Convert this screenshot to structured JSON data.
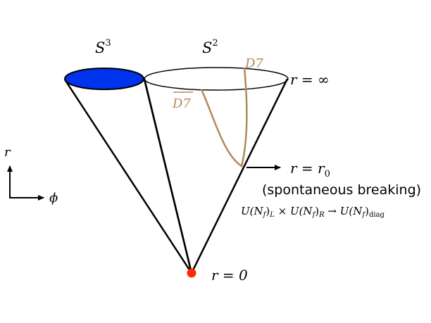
{
  "labels": {
    "s3": {
      "base": "S",
      "sup": "3"
    },
    "s2": {
      "base": "S",
      "sup": "2"
    },
    "d7": "D7",
    "d7bar": "D7",
    "r_inf": "r = ∞",
    "r_r0": {
      "main": "r = r",
      "sub": "0"
    },
    "spontaneous": "(spontaneous breaking)",
    "breaking": {
      "u1": "U(N",
      "f1": "f",
      "p1": ")",
      "L": "L",
      "times": " × ",
      "u2": "U(N",
      "f2": "f",
      "p2": ")",
      "R": "R",
      "arrow": " → ",
      "u3": "U(N",
      "f3": "f",
      "p3": ")",
      "diag": "diag"
    },
    "r_zero": "r = 0",
    "axis_r": "r",
    "axis_phi": "ϕ"
  },
  "colors": {
    "s3_fill": "#0033ee",
    "brane": "#b08a5a",
    "tip": "#ff2a00",
    "line": "#000000"
  }
}
